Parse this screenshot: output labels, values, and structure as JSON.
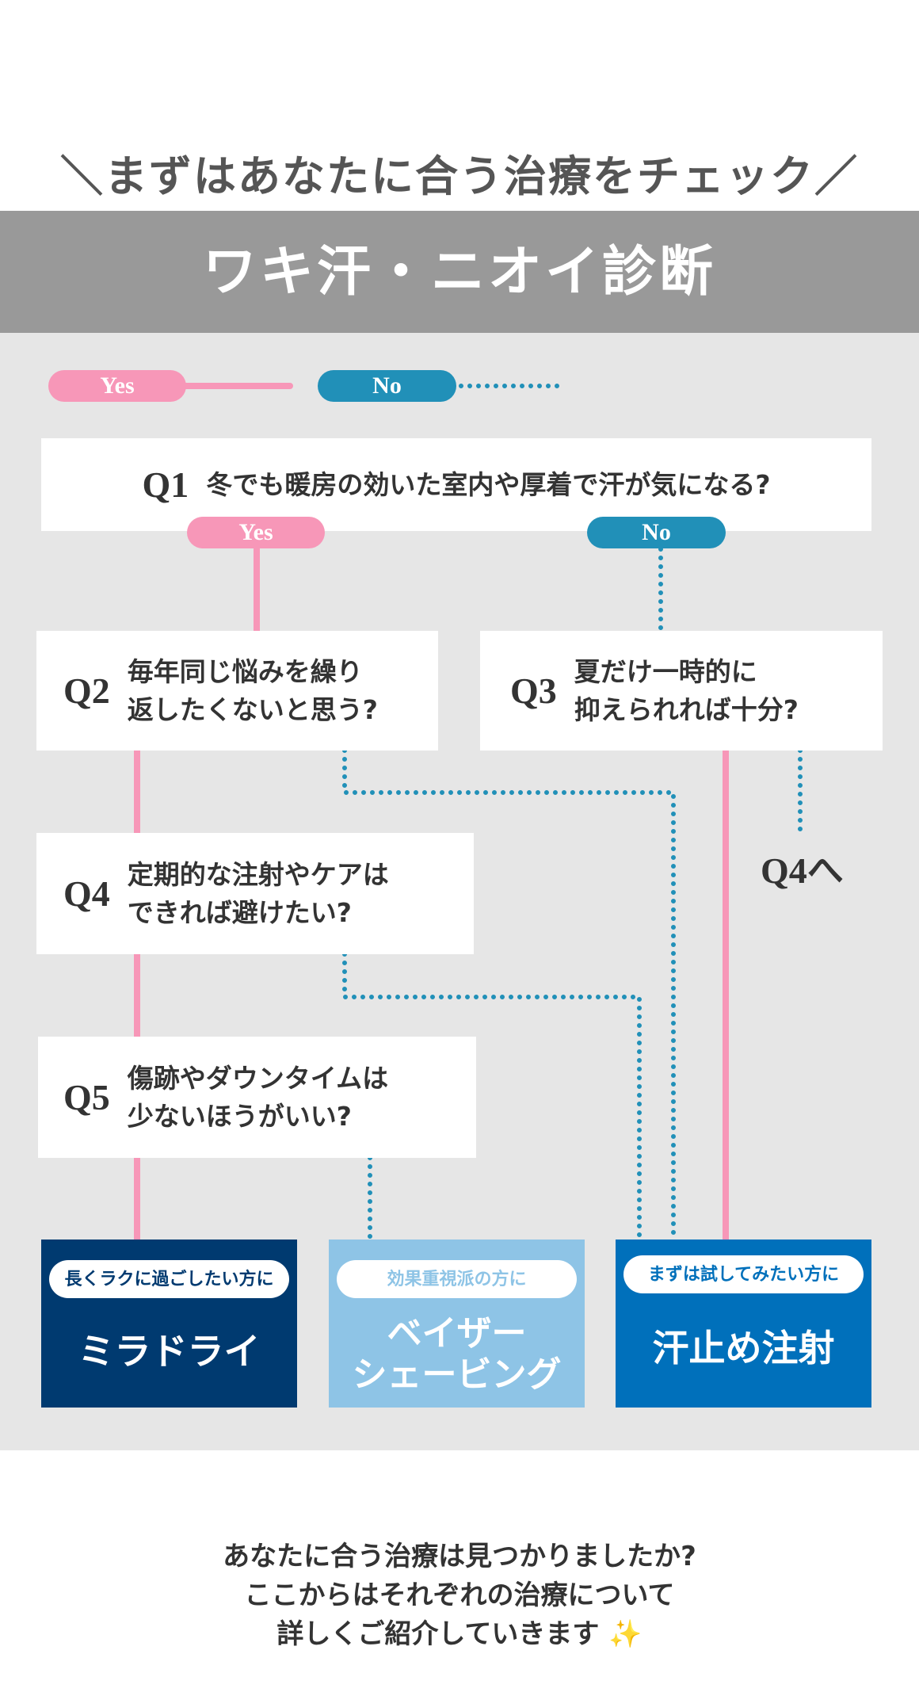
{
  "header": {
    "subtitle": "＼まずはあなたに合う治療をチェック／",
    "title": "ワキ汗・ニオイ診断"
  },
  "legend": {
    "yes": "Yes",
    "no": "No"
  },
  "colors": {
    "yes": "#f797b8",
    "no": "#2190b8",
    "banner": "#999999",
    "panel": "#e6e6e6"
  },
  "questions": [
    {
      "num": "Q1",
      "text": "冬でも暖房の効いた室内や厚着で汗が気になる?"
    },
    {
      "num": "Q2",
      "line1": "毎年同じ悩みを繰り",
      "line2": "返したくないと思う?"
    },
    {
      "num": "Q3",
      "line1": "夏だけ一時的に",
      "line2": "抑えられれば十分?"
    },
    {
      "num": "Q4",
      "line1": "定期的な注射やケアは",
      "line2": "できれば避けたい?"
    },
    {
      "num": "Q5",
      "line1": "傷跡やダウンタイムは",
      "line2": "少ないほうがいい?"
    }
  ],
  "q1_branches": {
    "yes": "Yes",
    "no": "No"
  },
  "goto_q4": "Q4へ",
  "results": [
    {
      "tag": "長くラクに過ごしたい方に",
      "name": "ミラドライ",
      "color": "#003a70"
    },
    {
      "tag": "効果重視派の方に",
      "name1": "ベイザー",
      "name2": "シェービング",
      "color": "#8ec4e6"
    },
    {
      "tag": "まずは試してみたい方に",
      "name": "汗止め注射",
      "color": "#0070bb"
    }
  ],
  "footer": {
    "line1": "あなたに合う治療は見つかりましたか?",
    "line2": "ここからはそれぞれの治療について",
    "line3": "詳しくご紹介していきます",
    "sparkle": "✨"
  }
}
